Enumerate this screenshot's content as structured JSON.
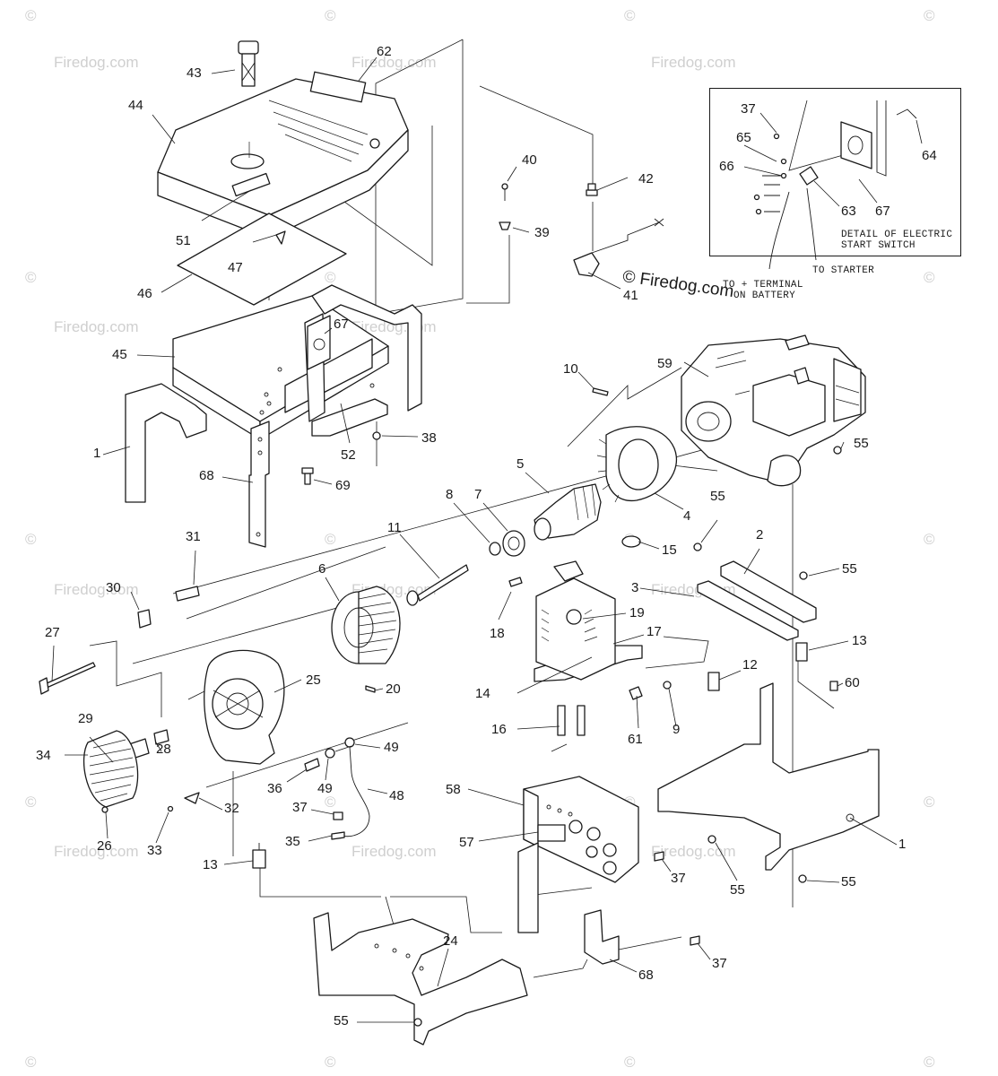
{
  "watermark": {
    "text": "Firedog.com",
    "symbol": "©"
  },
  "copyright_mark": "© Firedog.com",
  "detail": {
    "title_line1": "DETAIL OF ELECTRIC",
    "title_line2": "START SWITCH",
    "note_starter": "TO STARTER",
    "note_battery_line1": "TO + TERMINAL",
    "note_battery_line2": "ON BATTERY"
  },
  "callouts": [
    {
      "id": "c43",
      "label": "43"
    },
    {
      "id": "c62",
      "label": "62"
    },
    {
      "id": "c44",
      "label": "44"
    },
    {
      "id": "c40",
      "label": "40"
    },
    {
      "id": "c42",
      "label": "42"
    },
    {
      "id": "c39",
      "label": "39"
    },
    {
      "id": "c51",
      "label": "51"
    },
    {
      "id": "c47",
      "label": "47"
    },
    {
      "id": "c46",
      "label": "46"
    },
    {
      "id": "c41",
      "label": "41"
    },
    {
      "id": "c45",
      "label": "45"
    },
    {
      "id": "c67a",
      "label": "67"
    },
    {
      "id": "c10",
      "label": "10"
    },
    {
      "id": "c59",
      "label": "59"
    },
    {
      "id": "c38",
      "label": "38"
    },
    {
      "id": "c52",
      "label": "52"
    },
    {
      "id": "c1a",
      "label": "1"
    },
    {
      "id": "c68a",
      "label": "68"
    },
    {
      "id": "c69",
      "label": "69"
    },
    {
      "id": "c5",
      "label": "5"
    },
    {
      "id": "c8",
      "label": "8"
    },
    {
      "id": "c7",
      "label": "7"
    },
    {
      "id": "c4",
      "label": "4"
    },
    {
      "id": "c55a",
      "label": "55"
    },
    {
      "id": "c55b",
      "label": "55"
    },
    {
      "id": "c31",
      "label": "31"
    },
    {
      "id": "c11",
      "label": "11"
    },
    {
      "id": "c15",
      "label": "15"
    },
    {
      "id": "c2",
      "label": "2"
    },
    {
      "id": "c55c",
      "label": "55"
    },
    {
      "id": "c30",
      "label": "30"
    },
    {
      "id": "c6",
      "label": "6"
    },
    {
      "id": "c3",
      "label": "3"
    },
    {
      "id": "c19",
      "label": "19"
    },
    {
      "id": "c18",
      "label": "18"
    },
    {
      "id": "c27",
      "label": "27"
    },
    {
      "id": "c17",
      "label": "17"
    },
    {
      "id": "c13a",
      "label": "13"
    },
    {
      "id": "c12",
      "label": "12"
    },
    {
      "id": "c20",
      "label": "20"
    },
    {
      "id": "c25",
      "label": "25"
    },
    {
      "id": "c14",
      "label": "14"
    },
    {
      "id": "c60",
      "label": "60"
    },
    {
      "id": "c29",
      "label": "29"
    },
    {
      "id": "c28",
      "label": "28"
    },
    {
      "id": "c16",
      "label": "16"
    },
    {
      "id": "c61",
      "label": "61"
    },
    {
      "id": "c9",
      "label": "9"
    },
    {
      "id": "c34",
      "label": "34"
    },
    {
      "id": "c49a",
      "label": "49"
    },
    {
      "id": "c36",
      "label": "36"
    },
    {
      "id": "c49b",
      "label": "49"
    },
    {
      "id": "c48",
      "label": "48"
    },
    {
      "id": "c58",
      "label": "58"
    },
    {
      "id": "c32",
      "label": "32"
    },
    {
      "id": "c37a",
      "label": "37"
    },
    {
      "id": "c26",
      "label": "26"
    },
    {
      "id": "c33",
      "label": "33"
    },
    {
      "id": "c35",
      "label": "35"
    },
    {
      "id": "c57",
      "label": "57"
    },
    {
      "id": "c1b",
      "label": "1"
    },
    {
      "id": "c13b",
      "label": "13"
    },
    {
      "id": "c37b",
      "label": "37"
    },
    {
      "id": "c55d",
      "label": "55"
    },
    {
      "id": "c55e",
      "label": "55"
    },
    {
      "id": "c24",
      "label": "24"
    },
    {
      "id": "c37c",
      "label": "37"
    },
    {
      "id": "c68b",
      "label": "68"
    },
    {
      "id": "c55f",
      "label": "55"
    },
    {
      "id": "c37d",
      "label": "37"
    },
    {
      "id": "c64",
      "label": "64"
    },
    {
      "id": "c65",
      "label": "65"
    },
    {
      "id": "c66",
      "label": "66"
    },
    {
      "id": "c63",
      "label": "63"
    },
    {
      "id": "c67b",
      "label": "67"
    }
  ]
}
